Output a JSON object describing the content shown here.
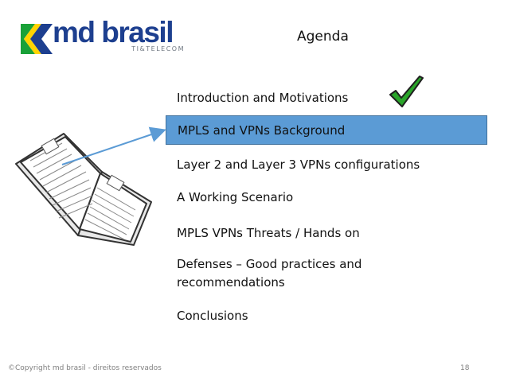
{
  "logo": {
    "name": "md brasil",
    "tagline": "TI&TELECOM"
  },
  "slide": {
    "title": "Agenda",
    "items": [
      "Introduction and Motivations",
      "MPLS and VPNs Background",
      "Layer 2 and Layer 3 VPNs configurations",
      "A Working Scenario",
      "MPLS VPNs Threats / Hands on",
      "Defenses – Good practices and recommendations",
      "Conclusions"
    ],
    "current_index": 1,
    "completed_index": 0
  },
  "footer": {
    "copyright": "©Copyright md brasil - direitos reservados",
    "page_number": "18"
  },
  "colors": {
    "highlight": "#5b9bd5",
    "logo_blue": "#1d3f8f",
    "logo_green": "#19a138",
    "logo_yellow": "#ffd400",
    "check_green": "#2aa52a",
    "arrow": "#5b9bd5"
  }
}
